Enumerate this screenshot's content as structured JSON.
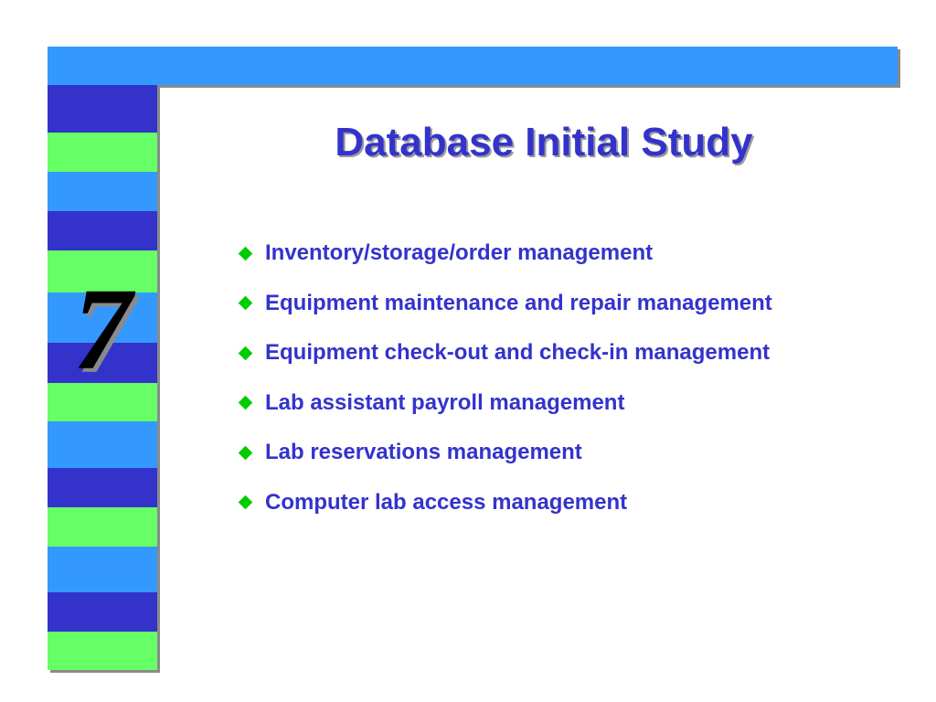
{
  "slide": {
    "title": "Database Initial Study",
    "chapter_number": "7",
    "bullets": [
      "Inventory/storage/order management",
      "Equipment maintenance and repair management",
      "Equipment check-out and check-in management",
      "Lab assistant payroll management",
      "Lab reservations management",
      "Computer lab access management"
    ],
    "bullet_icon": "diamond-bullet-icon"
  },
  "colors": {
    "title": "#3333cc",
    "bullet_text": "#3333cc",
    "bullet_icon": "#00cc00",
    "stripe_dark": "#3333cc",
    "stripe_green": "#66ff66",
    "stripe_blue": "#3399ff",
    "top_bar": "#3399ff"
  }
}
